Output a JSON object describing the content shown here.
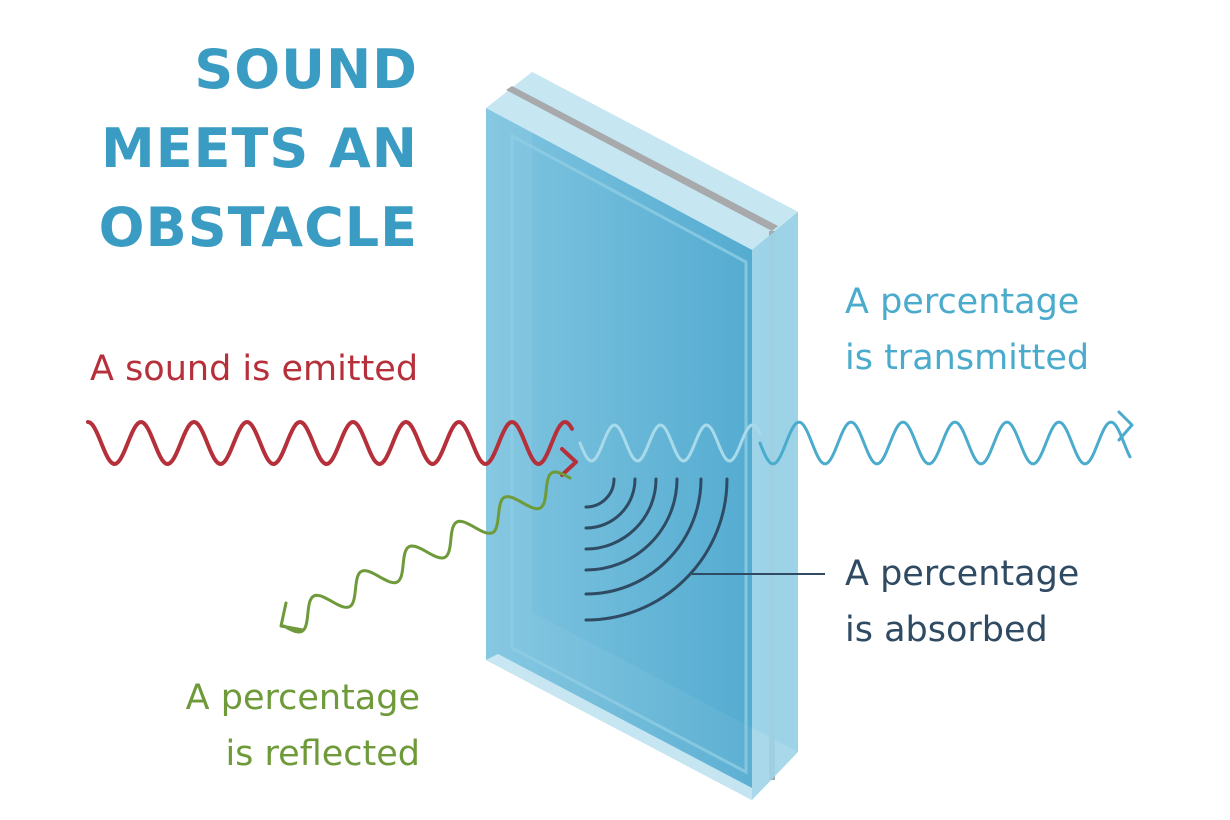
{
  "title": {
    "lines": [
      "SOUND",
      "MEETS AN",
      "OBSTACLE"
    ],
    "color": "#3a9cc2"
  },
  "labels": {
    "emitted": {
      "lines": [
        "A sound is emitted"
      ],
      "color": "#b5303a"
    },
    "transmitted": {
      "lines": [
        "A percentage",
        "is transmitted"
      ],
      "color": "#4aabcc"
    },
    "absorbed": {
      "lines": [
        "A percentage",
        "is absorbed"
      ],
      "color": "#2f4a63"
    },
    "reflected": {
      "lines": [
        "A percentage",
        "is reflected"
      ],
      "color": "#6f9a3a"
    }
  },
  "colors": {
    "incident_wave": "#b5303a",
    "transmitted_wave": "#4aabcc",
    "reflected_wave": "#6f9a3a",
    "absorbed_arcs": "#2f4a63",
    "glass_front": "#6ab8d8",
    "glass_side": "#9fd4e8",
    "glass_edge": "#c6e6f2",
    "glass_gap": "#a7a9ab"
  }
}
